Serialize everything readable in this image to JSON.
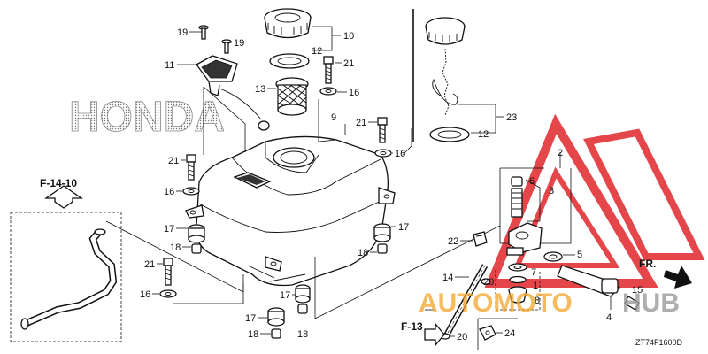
{
  "diagram": {
    "code": "ZT74F1600D",
    "brand_watermark": "HONDA",
    "ref_frames": {
      "f14": "F-14-10",
      "f13": "F-13"
    },
    "direction": "FR.",
    "site_watermark": {
      "left": "AUTOMOTO",
      "right": "HUB"
    },
    "colors": {
      "line": "#111111",
      "watermark_red": "#e0262b",
      "watermark_amber": "#f2a52a"
    },
    "callouts": [
      "19",
      "19",
      "10",
      "12",
      "11",
      "21",
      "13",
      "16",
      "9",
      "21",
      "16",
      "21",
      "16",
      "17",
      "18",
      "21",
      "16",
      "17",
      "18",
      "17",
      "17",
      "18",
      "18",
      "23",
      "12",
      "2",
      "6",
      "3",
      "22",
      "7",
      "5",
      "14",
      "20",
      "1",
      "8",
      "15",
      "4",
      "24",
      "20",
      "FR."
    ]
  }
}
